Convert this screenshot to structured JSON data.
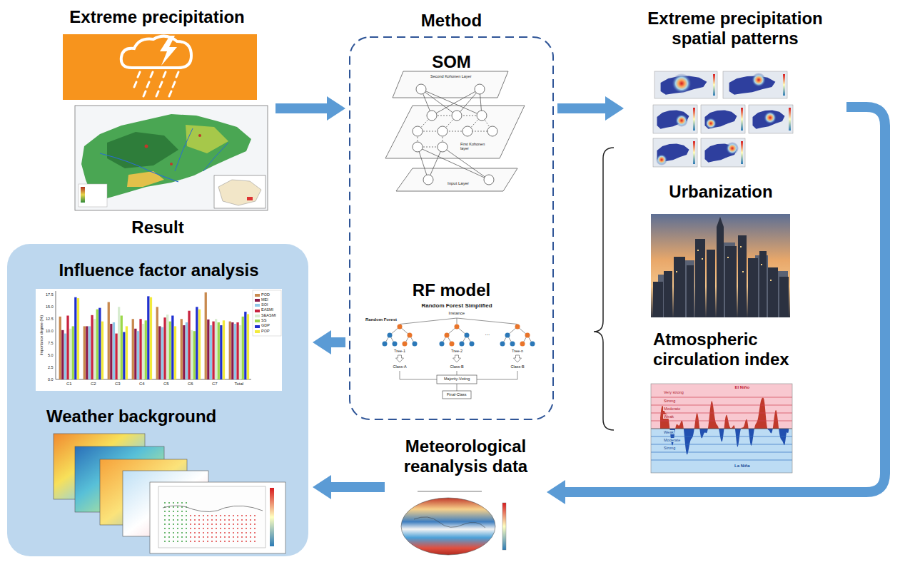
{
  "diagram": {
    "nodes": [
      {
        "text": [
          "Extreme precipitation"
        ]
      },
      {
        "text": [
          "Method"
        ]
      },
      {
        "text": [
          "SOM"
        ],
        "in": 1
      },
      {
        "text": [
          "RF model"
        ],
        "in": 1
      },
      {
        "text": [
          "Extreme precipitation spatial patterns"
        ]
      },
      {
        "text": [
          "Urbanization"
        ]
      },
      {
        "text": [
          "Atmospheric circulation index"
        ]
      },
      {
        "text": [
          "Meteorological reanalysis data"
        ]
      },
      {
        "text": [
          "Result"
        ]
      },
      {
        "text": [
          "Influence factor analysis"
        ],
        "in": 8
      },
      {
        "text": [
          "Weather background"
        ],
        "in": 8
      }
    ],
    "edges": [
      {
        "from": 0,
        "to": 1,
        "arrow": "to"
      },
      {
        "from": 1,
        "to": 4,
        "arrow": "to"
      },
      {
        "from": 4,
        "to": 7,
        "arrow": "to"
      },
      {
        "from": 1,
        "to": 8,
        "arrow": "to"
      },
      {
        "from": 7,
        "to": 8,
        "arrow": "to"
      }
    ],
    "labels": [
      "Second Kohonen Layer",
      "First Kohonen layer",
      "Input Layer",
      "Random Forest Simplified",
      "Instance",
      "Random Forest",
      "Tree-1",
      "Tree-2",
      "...",
      "Tree-n",
      "Class-A",
      "Class-B",
      "Class-B",
      "Majority-Voting",
      "Final-Class",
      "Importance degree (%)",
      "17.5",
      "15.0",
      "12.5",
      "10.0",
      "7.5",
      "5.0",
      "2.5",
      "0.0",
      "C1",
      "C2",
      "C3",
      "C4",
      "C5",
      "C6",
      "C7",
      "Total",
      "El Niño",
      "Very strong",
      "Strong",
      "Moderate",
      "Weak",
      "Weak",
      "Moderate",
      "Strong",
      "La Niña"
    ],
    "legend": [
      {
        "text": "POD",
        "color": "#c8894e"
      },
      {
        "text": "MEI",
        "color": "#8b1a4a"
      },
      {
        "text": "SOI",
        "color": "#8fc8e8"
      },
      {
        "text": "EASMI",
        "color": "#c8233f"
      },
      {
        "text": "SEASMI",
        "color": "#d8ecd0"
      },
      {
        "text": "SS",
        "color": "#9bd84a"
      },
      {
        "text": "GDP",
        "color": "#1f2fd0"
      },
      {
        "text": "POP",
        "color": "#f2ea3c"
      }
    ]
  }
}
